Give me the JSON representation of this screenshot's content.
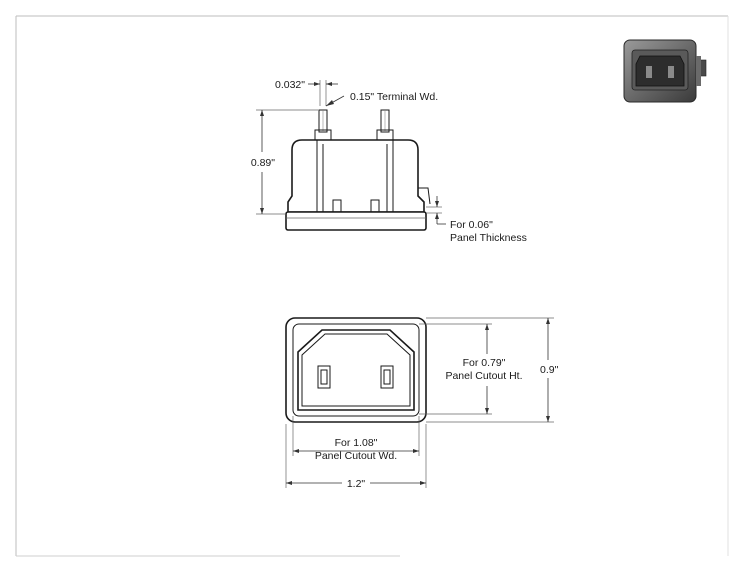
{
  "drawing": {
    "side_view": {
      "terminal_spacing_label": "0.032\"",
      "terminal_width_label": "0.15\" Terminal Wd.",
      "height_label": "0.89\"",
      "panel_thickness_label_line1": "For 0.06\"",
      "panel_thickness_label_line2": "Panel Thickness"
    },
    "front_view": {
      "cutout_height_label_line1": "For 0.79\"",
      "cutout_height_label_line2": "Panel Cutout Ht.",
      "overall_height_label": "0.9\"",
      "cutout_width_label_line1": "For 1.08\"",
      "cutout_width_label_line2": "Panel Cutout Wd.",
      "overall_width_label": "1.2\""
    },
    "thumbnail_icon": "iec-inlet-3d-icon"
  }
}
